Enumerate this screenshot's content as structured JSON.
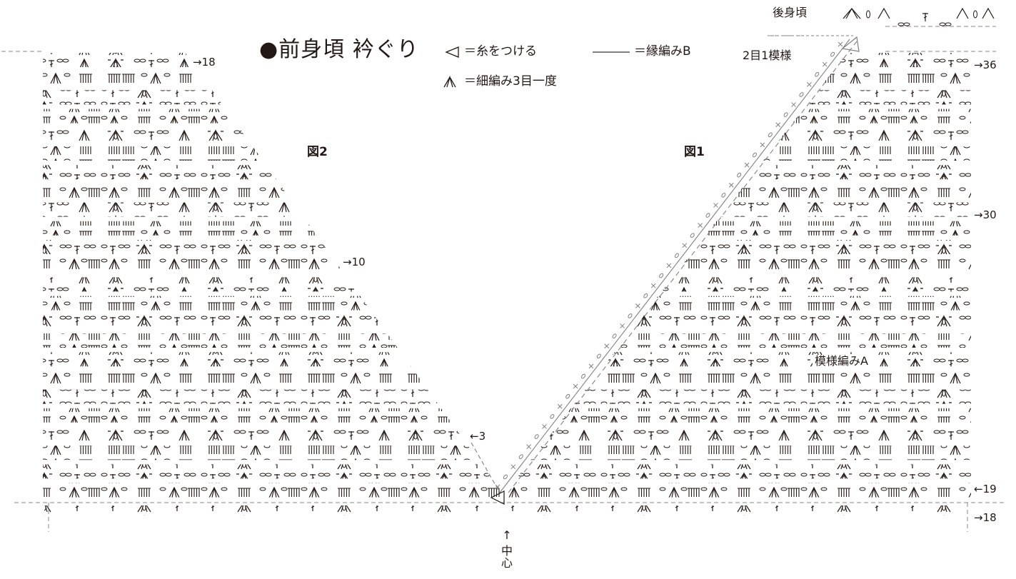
{
  "title": "●前身頃 衿ぐり",
  "legend": {
    "attach": {
      "symbol": "◁",
      "text": "＝糸をつける"
    },
    "edge": {
      "text": "＝縁編みB"
    },
    "dec": {
      "symbol": "∧",
      "text": "＝細編み3目一度"
    }
  },
  "labels": {
    "back_body": "後身頃",
    "two_to_one": "2目1模様",
    "fig1": "図1",
    "fig2": "図2",
    "pattern_a": "模様編みA",
    "center_arrow": "↑",
    "center_chars": "中\n心"
  },
  "row_numbers": {
    "r18_top": "→18",
    "r36": "→36",
    "r30": "→30",
    "r10": "→10",
    "r3": "←3",
    "r19": "←19",
    "r18_bottom": "→18"
  },
  "colors": {
    "ink": "#231815",
    "edge": "#808080",
    "guide": "#888888"
  }
}
